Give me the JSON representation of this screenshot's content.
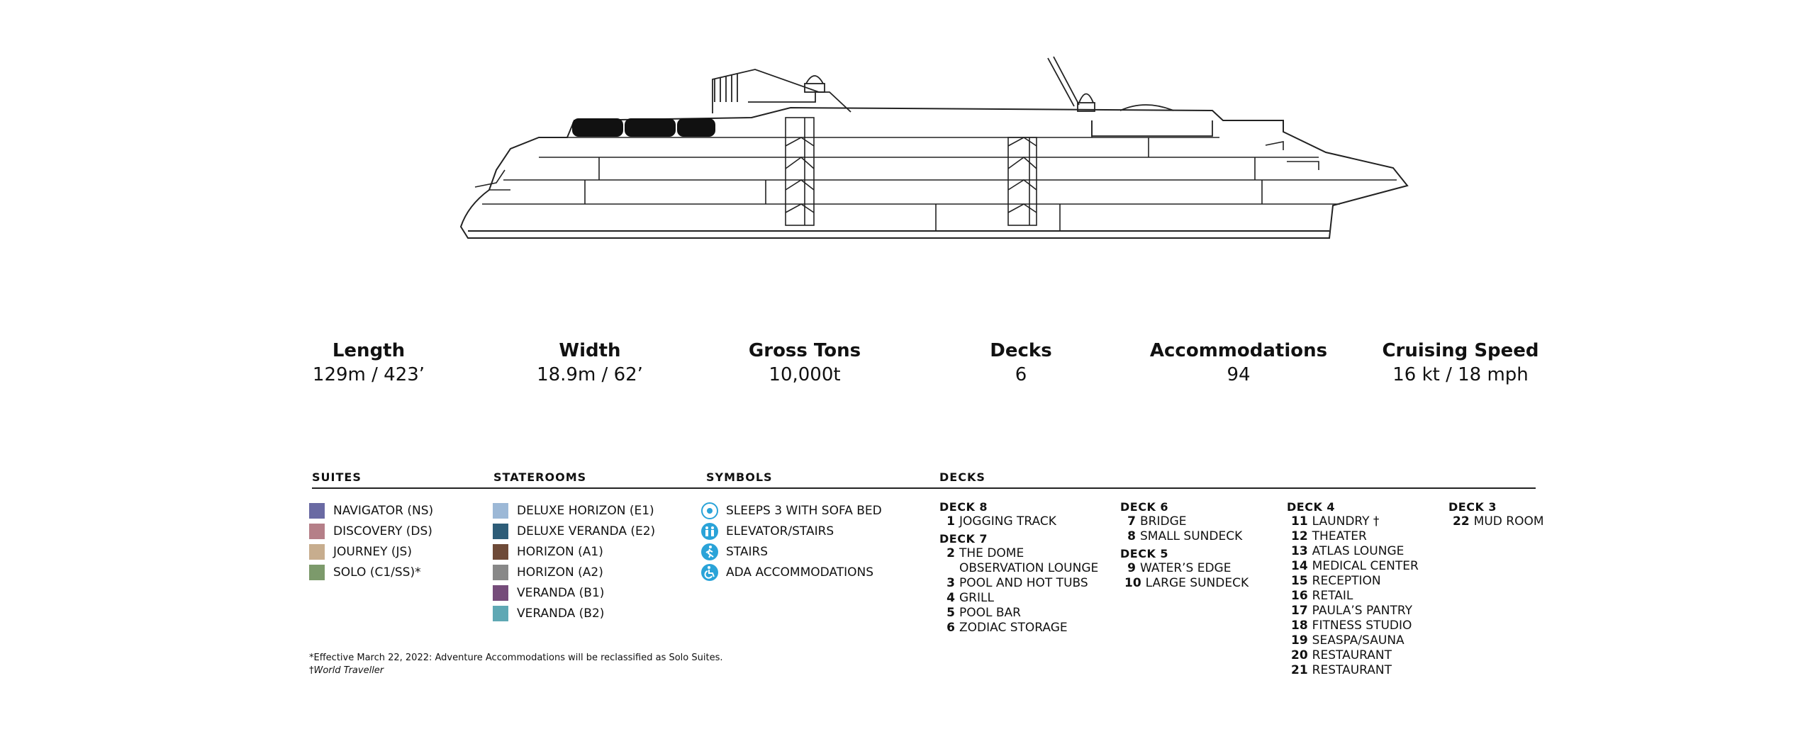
{
  "stats": [
    {
      "label": "Length",
      "value": "129m / 423’"
    },
    {
      "label": "Width",
      "value": "18.9m / 62’"
    },
    {
      "label": "Gross Tons",
      "value": "10,000t"
    },
    {
      "label": "Decks",
      "value": "6"
    },
    {
      "label": "Accommodations",
      "value": "94"
    },
    {
      "label": "Cruising Speed",
      "value": "16 kt / 18 mph"
    }
  ],
  "headings": {
    "suites": "SUITES",
    "staterooms": "STATEROOMS",
    "symbols": "SYMBOLS",
    "decks": "DECKS"
  },
  "suites": [
    {
      "label": "NAVIGATOR (NS)",
      "color": "#6a6aa3"
    },
    {
      "label": "DISCOVERY (DS)",
      "color": "#b57f88"
    },
    {
      "label": "JOURNEY (JS)",
      "color": "#c7ad8e"
    },
    {
      "label": "SOLO (C1/SS)*",
      "color": "#7c9a6b"
    }
  ],
  "staterooms": [
    {
      "label": "DELUXE HORIZON (E1)",
      "color": "#9cb8d6"
    },
    {
      "label": "DELUXE VERANDA (E2)",
      "color": "#2e5d78"
    },
    {
      "label": "HORIZON (A1)",
      "color": "#6e4a38"
    },
    {
      "label": "HORIZON (A2)",
      "color": "#888888"
    },
    {
      "label": "VERANDA (B1)",
      "color": "#754c7a"
    },
    {
      "label": "VERANDA (B2)",
      "color": "#5fa8b4"
    }
  ],
  "symbols": [
    {
      "label": "SLEEPS 3 WITH SOFA BED",
      "icon": "sofa-bed-icon",
      "color": "#2aa3d8"
    },
    {
      "label": "ELEVATOR/STAIRS",
      "icon": "elevator-icon",
      "color": "#2aa3d8"
    },
    {
      "label": "STAIRS",
      "icon": "stairs-icon",
      "color": "#2aa3d8"
    },
    {
      "label": "ADA ACCOMMODATIONS",
      "icon": "ada-icon",
      "color": "#2aa3d8"
    }
  ],
  "deck_columns": [
    [
      {
        "title": "DECK 8",
        "items": [
          {
            "num": "1",
            "label": "JOGGING TRACK"
          }
        ]
      },
      {
        "title": "DECK 7",
        "items": [
          {
            "num": "2",
            "label": "THE DOME\nOBSERVATION LOUNGE"
          },
          {
            "num": "3",
            "label": "POOL AND HOT TUBS"
          },
          {
            "num": "4",
            "label": "GRILL"
          },
          {
            "num": "5",
            "label": "POOL BAR"
          },
          {
            "num": "6",
            "label": "ZODIAC STORAGE"
          }
        ]
      }
    ],
    [
      {
        "title": "DECK 6",
        "items": [
          {
            "num": "7",
            "label": "BRIDGE"
          },
          {
            "num": "8",
            "label": "SMALL SUNDECK"
          }
        ]
      },
      {
        "title": "DECK 5",
        "items": [
          {
            "num": "9",
            "label": "WATER’S EDGE"
          },
          {
            "num": "10",
            "label": "LARGE SUNDECK"
          }
        ]
      }
    ],
    [
      {
        "title": "DECK 4",
        "items": [
          {
            "num": "11",
            "label": "LAUNDRY †"
          },
          {
            "num": "12",
            "label": "THEATER"
          },
          {
            "num": "13",
            "label": "ATLAS LOUNGE"
          },
          {
            "num": "14",
            "label": "MEDICAL CENTER"
          },
          {
            "num": "15",
            "label": "RECEPTION"
          },
          {
            "num": "16",
            "label": "RETAIL"
          },
          {
            "num": "17",
            "label": "PAULA’S PANTRY"
          },
          {
            "num": "18",
            "label": "FITNESS STUDIO"
          },
          {
            "num": "19",
            "label": "SEASPA/SAUNA"
          },
          {
            "num": "20",
            "label": "RESTAURANT"
          },
          {
            "num": "21",
            "label": "RESTAURANT"
          }
        ]
      }
    ],
    [
      {
        "title": "DECK 3",
        "items": [
          {
            "num": "22",
            "label": "MUD ROOM"
          }
        ]
      }
    ]
  ],
  "footnotes": {
    "line1": "*Effective March 22, 2022: Adventure Accommodations will be reclassified as Solo Suites.",
    "dagger": "†",
    "line2": "World Traveller"
  }
}
